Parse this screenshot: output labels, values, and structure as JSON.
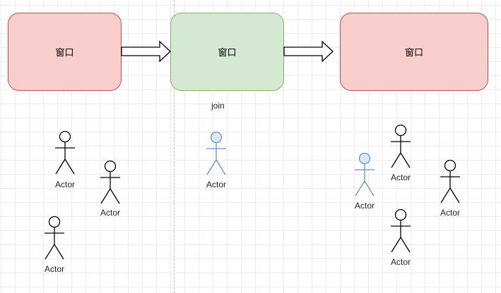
{
  "windows": [
    {
      "id": "window-1",
      "label": "窗口",
      "fill": "#f8cecc",
      "stroke": "#b85450"
    },
    {
      "id": "window-2",
      "label": "窗口",
      "fill": "#d5e8d4",
      "stroke": "#82b366"
    },
    {
      "id": "window-3",
      "label": "窗口",
      "fill": "#f8cecc",
      "stroke": "#b85450"
    }
  ],
  "join_label": "join",
  "actors": [
    {
      "id": "actor-1",
      "label": "Actor",
      "style": "default"
    },
    {
      "id": "actor-2",
      "label": "Actor",
      "style": "default"
    },
    {
      "id": "actor-3",
      "label": "Actor",
      "style": "default"
    },
    {
      "id": "actor-4",
      "label": "Actor",
      "style": "blue"
    },
    {
      "id": "actor-5",
      "label": "Actor",
      "style": "blue"
    },
    {
      "id": "actor-6",
      "label": "Actor",
      "style": "default"
    },
    {
      "id": "actor-7",
      "label": "Actor",
      "style": "default"
    },
    {
      "id": "actor-8",
      "label": "Actor",
      "style": "default"
    }
  ],
  "colors": {
    "grid": "#ececec",
    "actor_default_stroke": "#000000",
    "actor_default_fill": "#ffffff",
    "actor_blue_stroke": "#6c8ebf",
    "actor_blue_fill": "#dae8fc",
    "arrow_stroke": "#000000",
    "arrow_fill": "#ffffff"
  }
}
